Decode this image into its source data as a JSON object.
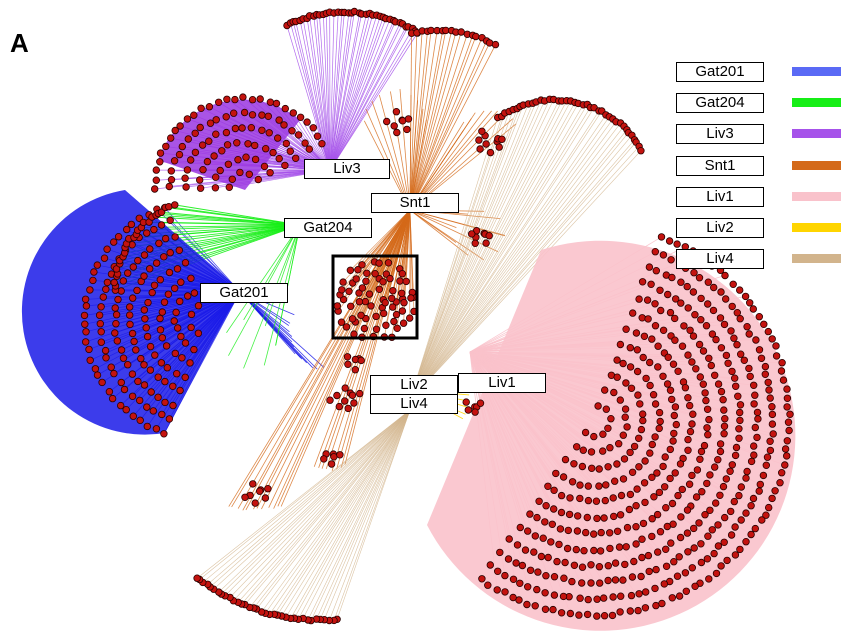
{
  "panel_label": "A",
  "colors": {
    "Gat201": "#5a6af5",
    "Gat204": "#16ee16",
    "Liv3": "#a652ea",
    "Snt1": "#d46a1a",
    "Liv1": "#f9c2cb",
    "Liv2": "#ffd500",
    "Liv4": "#d2b48c",
    "node_fill": "#c4130f",
    "node_stroke": "#2a0000",
    "hub_blue": "#1a1ae8",
    "hub_purple": "#9a36e0"
  },
  "network_labels": {
    "liv3": "Liv3",
    "snt1": "Snt1",
    "gat204": "Gat204",
    "gat201": "Gat201",
    "liv2": "Liv2",
    "liv1": "Liv1",
    "liv4": "Liv4"
  },
  "legend": [
    {
      "name": "Gat201",
      "color": "#5a6af5"
    },
    {
      "name": "Gat204",
      "color": "#16ee16"
    },
    {
      "name": "Liv3",
      "color": "#a652ea"
    },
    {
      "name": "Snt1",
      "color": "#d46a1a"
    },
    {
      "name": "Liv1",
      "color": "#f9c2cb"
    },
    {
      "name": "Liv2",
      "color": "#ffd500"
    },
    {
      "name": "Liv4",
      "color": "#d2b48c"
    }
  ]
}
